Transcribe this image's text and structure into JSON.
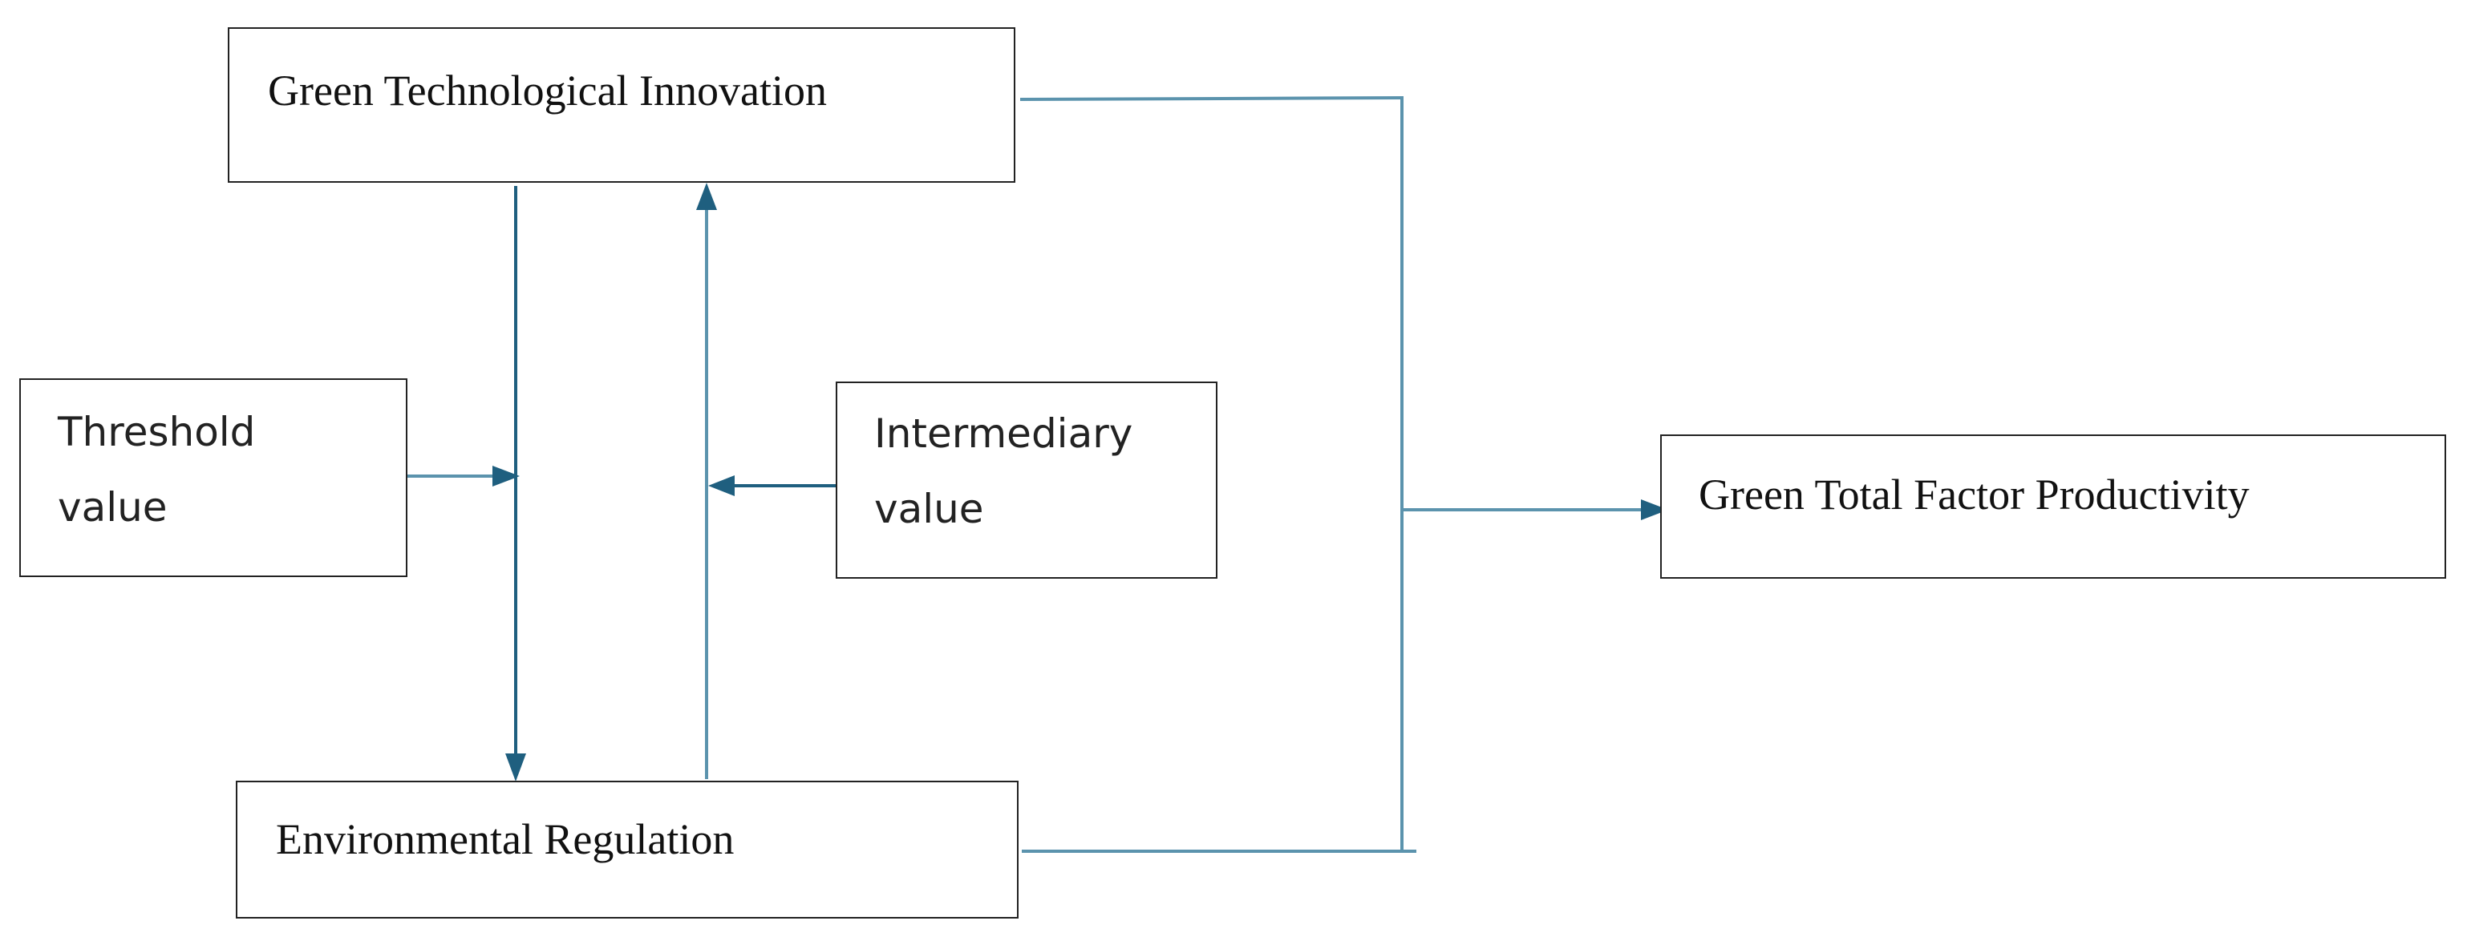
{
  "nodes": {
    "green_tech_innovation": {
      "label": "Green Technological Innovation"
    },
    "environmental_regulation": {
      "label": "Environmental Regulation"
    },
    "threshold": {
      "line1": "Threshold",
      "line2": "value"
    },
    "intermediary": {
      "line1": "Intermediary",
      "line2": "value"
    },
    "gtfp": {
      "label": "Green Total Factor Productivity"
    }
  },
  "colors": {
    "arrow_dark": "#1f5f7f",
    "arrow_light": "#5b93ad",
    "border": "#222222"
  }
}
